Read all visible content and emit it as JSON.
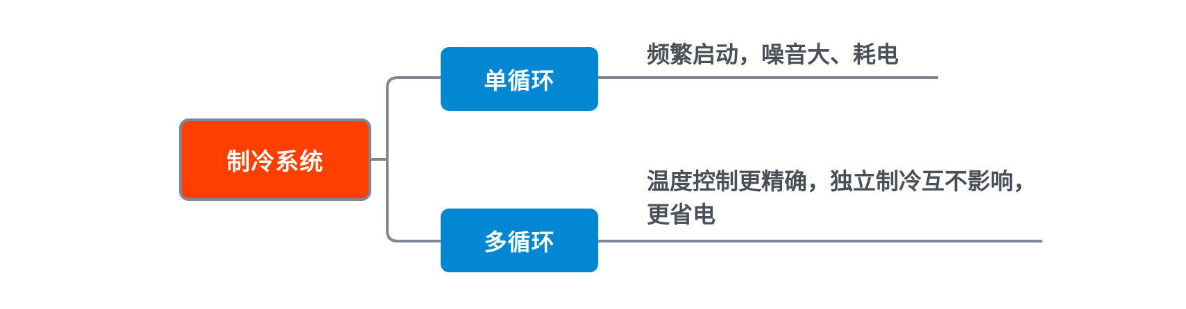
{
  "colors": {
    "root_fill": "#ff3f00",
    "root_border": "#7e8796",
    "branch_fill": "#0387d2",
    "connector": "#7e8796",
    "leaf_text": "#4a4f58"
  },
  "mindmap": {
    "root": {
      "label": "制冷系统"
    },
    "branches": [
      {
        "label": "单循环",
        "detail": "频繁启动，噪音大、耗电"
      },
      {
        "label": "多循环",
        "detail": "温度控制更精确，独立制冷互不影响，更省电"
      }
    ]
  }
}
